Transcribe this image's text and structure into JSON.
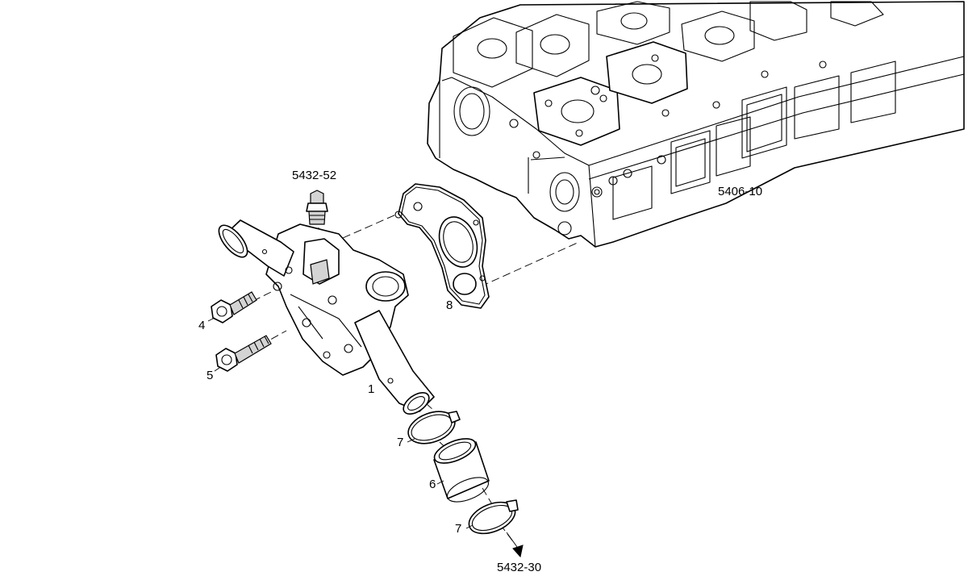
{
  "labels": {
    "sensor_ref": "5432-52",
    "engine_block_ref": "5406-10",
    "outlet_ref": "5432-30",
    "item_1": "1",
    "item_4": "4",
    "item_5": "5",
    "item_6": "6",
    "item_7_upper": "7",
    "item_7_lower": "7",
    "item_8": "8"
  }
}
